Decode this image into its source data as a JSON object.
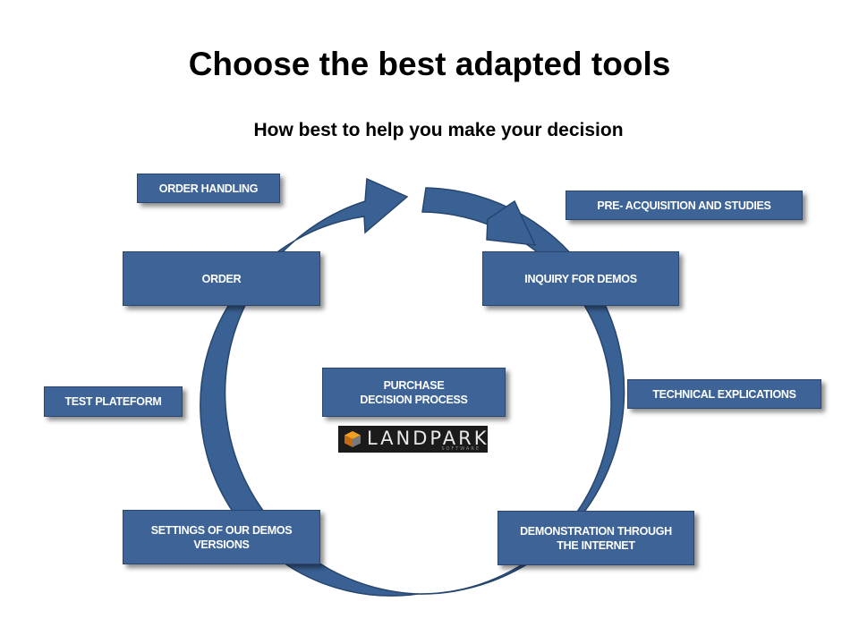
{
  "title": "Choose the best adapted tools",
  "subtitle": "How best to help you make your decision",
  "center_box": "PURCHASE\nDECISION PROCESS",
  "logo": {
    "text": "LANDPARK",
    "subtext": "SOFTWARE"
  },
  "boxes": {
    "order_handling": "ORDER HANDLING",
    "order": "ORDER",
    "pre_acquisition": "PRE- ACQUISITION AND STUDIES",
    "inquiry_demos": "INQUIRY FOR DEMOS",
    "technical_explications": "TECHNICAL EXPLICATIONS",
    "test_plateform": "TEST PLATEFORM",
    "settings_demos": "SETTINGS OF OUR DEMOS\nVERSIONS",
    "demonstration_internet": "DEMONSTRATION THROUGH\nTHE INTERNET"
  },
  "colors": {
    "box_fill": "#3d6397",
    "box_text": "#ffffff",
    "cycle_fill": "#3a6193"
  }
}
